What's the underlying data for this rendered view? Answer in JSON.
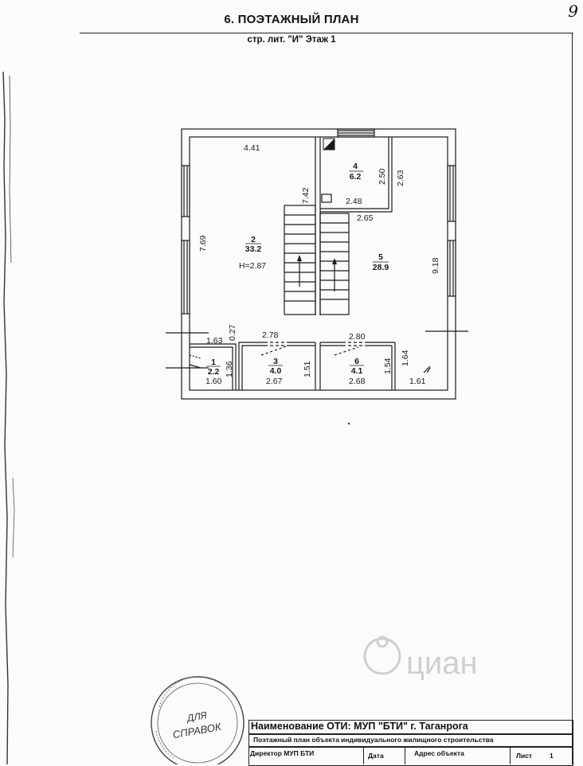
{
  "page": {
    "handwritten_page_number": "9",
    "title": "6. ПОЭТАЖНЫЙ ПЛАН",
    "subtitle": "стр. лит. \"И\" Этаж 1"
  },
  "plan": {
    "dimensions": {
      "top_left_width": "4.41",
      "left_room_height": "7.69",
      "stair_height": "7.42",
      "room4_height_inner": "2.50",
      "room4_height_outer": "2.63",
      "room4_width_inner": "2.48",
      "room4_width_outer": "2.65",
      "right_room_height": "9.18",
      "room3_width_top": "2.78",
      "room1_width_top": "1.63",
      "wall_offset": "0.27",
      "room1_height": "1.36",
      "room1_width": "1.60",
      "room3_height": "1.51",
      "room3_width": "2.67",
      "room6_width_top": "2.80",
      "room6_height": "1.54",
      "room6_width": "2.68",
      "right_corner_height": "1.64",
      "right_corner_width": "1.61"
    },
    "rooms": [
      {
        "number": "1",
        "area": "2.2"
      },
      {
        "number": "2",
        "area": "33.2",
        "ceiling_height": "Н=2.87"
      },
      {
        "number": "3",
        "area": "4.0"
      },
      {
        "number": "4",
        "area": "6.2"
      },
      {
        "number": "5",
        "area": "28.9"
      },
      {
        "number": "6",
        "area": "4.1"
      }
    ]
  },
  "stamp": {
    "text_line1": "ДЛЯ",
    "text_line2": "СПРАВОК"
  },
  "watermark": {
    "text": "циан",
    "color": "#c9c9c9"
  },
  "title_block": {
    "name_label": "Наименование ОТИ:",
    "name_value": "МУП \"БТИ\" г. Таганрога",
    "description": "Поэтажный план объекта индивидуального жилищного строительства",
    "director_label": "Директор МУП БТИ",
    "date_label": "Дата",
    "address_label": "Адрес объекта",
    "sheet_label": "Лист",
    "sheet_number": "1"
  },
  "colors": {
    "ink": "#1a1a1a",
    "paper": "#fbfbf9"
  }
}
